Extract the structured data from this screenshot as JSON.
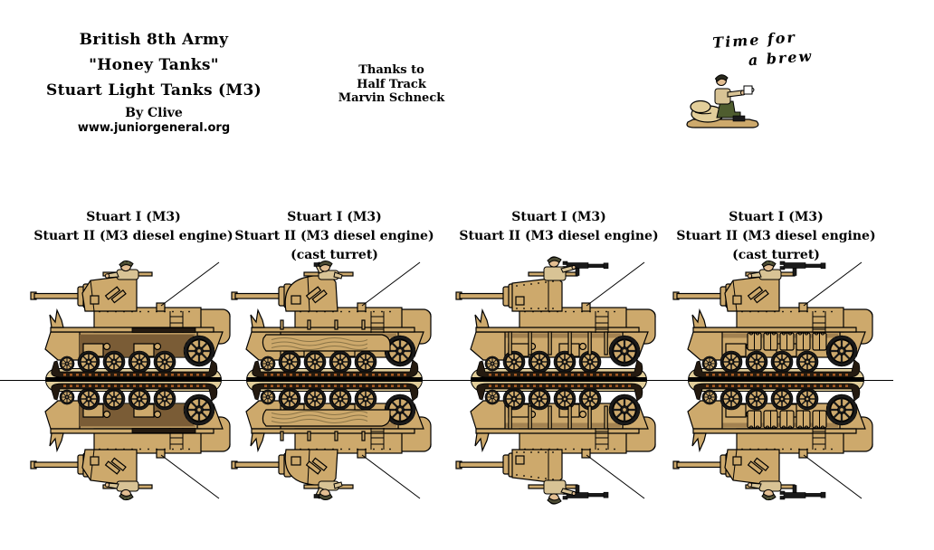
{
  "title_block": {
    "line1": "British 8th Army",
    "line2": "\"Honey Tanks\"",
    "line3": "Stuart Light Tanks (M3)",
    "byline": "By Clive",
    "website": "www.juniorgeneral.org"
  },
  "thanks_block": {
    "line1": "Thanks to",
    "line2": "Half Track",
    "line3": "Marvin Schneck"
  },
  "brew_note": {
    "line1": "Time for",
    "line2": "a brew"
  },
  "tank_units": [
    {
      "label1": "Stuart I (M3)",
      "label2": "Stuart II (M3 diesel engine)",
      "label3": "",
      "variant": "polygonal turret, commander resting on hatch, dark lower hull"
    },
    {
      "label1": "Stuart I (M3)",
      "label2": "Stuart II (M3 diesel engine)",
      "label3": "(cast turret)",
      "variant": "cast turret, commander with binoculars, side skirt"
    },
    {
      "label1": "Stuart I (M3)",
      "label2": "Stuart II (M3 diesel engine)",
      "label3": "",
      "variant": "riveted turret, commander at AA machine gun, hull slats"
    },
    {
      "label1": "Stuart I (M3)",
      "label2": "Stuart II (M3 diesel engine)",
      "label3": "(cast turret)",
      "variant": "polygonal turret, stowage pouches, AA machine gun"
    }
  ],
  "figures": {
    "tea_break_figure": "soldier seated on sandbags holding a mug",
    "tank_figure": "M3 Stuart light tank side view, desert tan, mirrored below fold line"
  },
  "colors": {
    "tan_main": "#CDA96C",
    "tan_light": "#E2CE9A",
    "tan_shade": "#B5A173",
    "brown_dark": "#7A5C36",
    "track_dark": "#241A10",
    "track_rust": "#A65A22",
    "outline": "#000000",
    "skin": "#E3BE92",
    "shirt": "#D8C395",
    "beret_olive": "#4B4A33",
    "trousers_green": "#4F5D2F",
    "metal_black": "#1A1A1A",
    "mug_white": "#FFFFFF",
    "page_bg": "#FFFFFF",
    "text": "#000000"
  }
}
